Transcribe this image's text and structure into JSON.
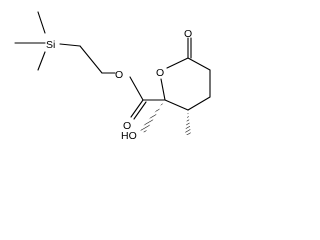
{
  "molecule": {
    "labels": {
      "silicon": "Si",
      "ester_oxygen": "O",
      "ester_carbonyl_oxygen": "O",
      "ring_oxygen": "O",
      "lactone_carbonyl_oxygen": "O",
      "hydroxymethyl": "HO"
    },
    "colors": {
      "ink": "#000000",
      "background": "#ffffff"
    }
  }
}
